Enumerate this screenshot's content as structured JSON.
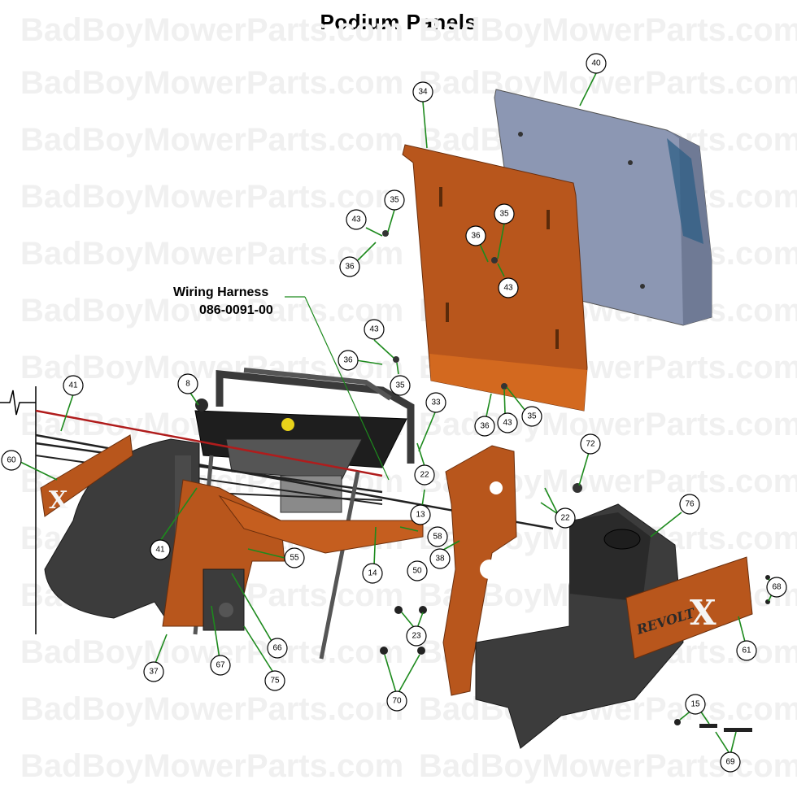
{
  "title": "Podium Panels",
  "watermark": "BadBoyMowerParts.com",
  "harness_label": {
    "line1": "Wiring Harness",
    "line2": "086-0091-00"
  },
  "parts": {
    "p8": "8",
    "p13": "13",
    "p14": "14",
    "p15": "15",
    "p22a": "22",
    "p22b": "22",
    "p23": "23",
    "p33": "33",
    "p34": "34",
    "p35a": "35",
    "p35b": "35",
    "p35c": "35",
    "p35d": "35",
    "p36a": "36",
    "p36b": "36",
    "p36c": "36",
    "p36d": "36",
    "p37": "37",
    "p38": "38",
    "p40": "40",
    "p41a": "41",
    "p41b": "41",
    "p43a": "43",
    "p43b": "43",
    "p43c": "43",
    "p43d": "43",
    "p50": "50",
    "p55": "55",
    "p58": "58",
    "p60": "60",
    "p61": "61",
    "p66": "66",
    "p67": "67",
    "p68": "68",
    "p69": "69",
    "p70": "70",
    "p72": "72",
    "p75": "75",
    "p76": "76"
  },
  "decals": {
    "left": "X",
    "right_word": "REVOLT",
    "right_x": "X"
  },
  "colors": {
    "orange_panel": "#b8561c",
    "blue_cover": "#8c97b3",
    "dark_plastic": "#3a3a3a",
    "leader_green": "#1d8a1d"
  }
}
